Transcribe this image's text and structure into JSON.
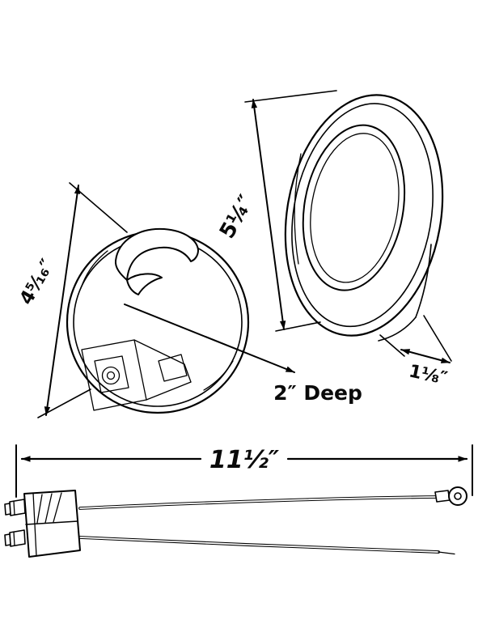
{
  "colors": {
    "ink": "#000000",
    "paper": "#ffffff"
  },
  "labels": {
    "lamp_diameter": "4⁵⁄₁₆″",
    "grommet_outer": "5¼″",
    "grommet_depth": "1⅛″",
    "lamp_depth": "2″ Deep",
    "harness_length": "11½″"
  }
}
